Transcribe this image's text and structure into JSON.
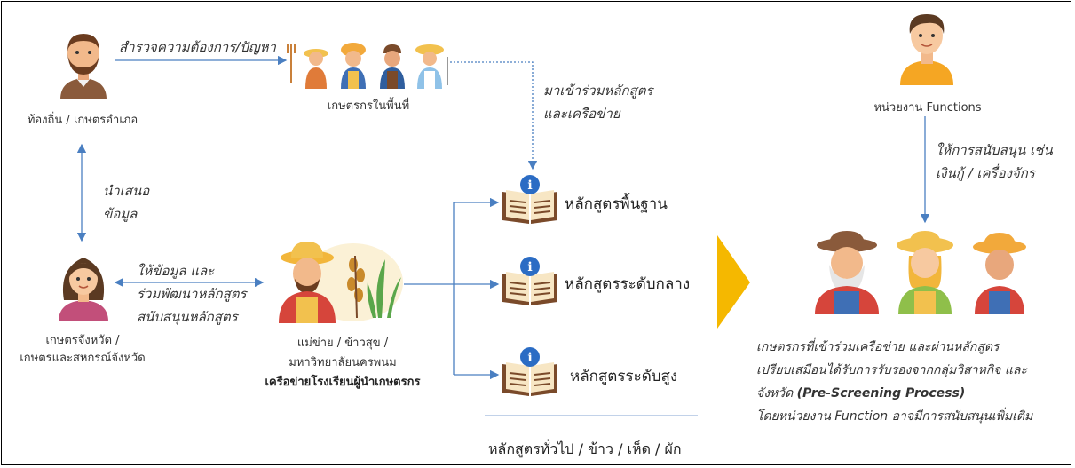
{
  "nodes": {
    "local": "ท้องถิ่น / เกษตรอำเภอ",
    "farmers_area": "เกษตรกรในพื้นที่",
    "provincial_line1": "เกษตรจังหวัด /",
    "provincial_line2": "เกษตรและสหกรณ์จังหวัด",
    "network_line1": "แม่ข่าย / ข้าวสุข /",
    "network_line2": "มหาวิทยาลัยนครพนม",
    "network_line3": "เครือข่ายโรงเรียนผู้นำเกษตรกร",
    "functions_unit": "หน่วยงาน Functions"
  },
  "edges": {
    "survey": "สำรวจความต้องการ/ปัญหา",
    "join_line1": "มาเข้าร่วมหลักสูตร",
    "join_line2": "และเครือข่าย",
    "present_line1": "นำเสนอ",
    "present_line2": "ข้อมูล",
    "inform_line1": "ให้ข้อมูล และ",
    "inform_line2": "ร่วมพัฒนาหลักสูตร",
    "inform_line3": "สนับสนุนหลักสูตร",
    "support_line1": "ให้การสนับสนุน เช่น",
    "support_line2": "เงินกู้ / เครื่องจักร"
  },
  "courses": {
    "basic": "หลักสูตรพื้นฐาน",
    "intermediate": "หลักสูตรระดับกลาง",
    "advanced": "หลักสูตรระดับสูง",
    "general": "หลักสูตรทั่วไป / ข้าว / เห็ด / ผัก"
  },
  "result": {
    "line1": "เกษตรกรที่เข้าร่วมเครือข่าย และผ่านหลักสูตร",
    "line2": "เปรียบเสมือนได้รับการรับรองจากกลุ่มวิสาหกิจ และ",
    "line3_a": "จังหวัด ",
    "line3_b": "(Pre-Screening Process)",
    "line4": "โดยหน่วยงาน Function อาจมีการสนับสนุนเพิ่มเติม"
  },
  "colors": {
    "arrow_blue": "#4a7fc1",
    "chevron_yellow": "#f5b800",
    "book_brown": "#7a4a2a",
    "info_blue": "#2b6cc4"
  }
}
